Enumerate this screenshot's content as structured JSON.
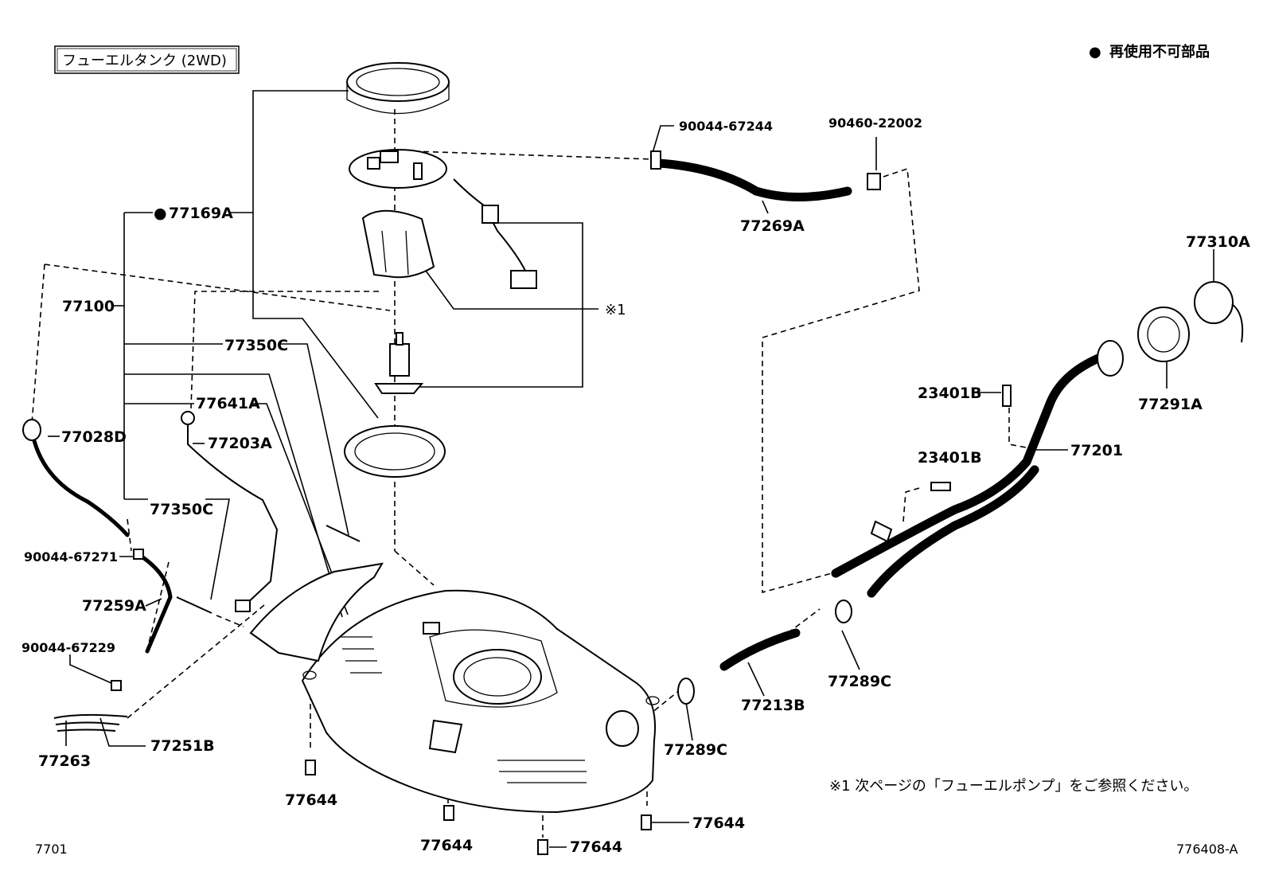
{
  "title": "フューエルタンク (2WD)",
  "legend": {
    "bullet": "●",
    "text": "再使用不可部品"
  },
  "footnote": "※1 次ページの「フューエルポンプ」をご参照ください。",
  "footnote_marker": "※1",
  "page_code": "7701",
  "figure_code": "776408-A",
  "labels": {
    "p90044_67244": "90044-67244",
    "p90460_22002": "90460-22002",
    "p77169A": "77169A",
    "p77169A_mark": "●",
    "p77269A": "77269A",
    "p77310A": "77310A",
    "p77100": "77100",
    "p77350C_top": "77350C",
    "p77641A": "77641A",
    "p77028D": "77028D",
    "p77203A": "77203A",
    "p77350C_low": "77350C",
    "p23401B_a": "23401B",
    "p77291A": "77291A",
    "p77201": "77201",
    "p23401B_b": "23401B",
    "p90044_67271": "90044-67271",
    "p77259A": "77259A",
    "p90044_67229": "90044-67229",
    "p77213B": "77213B",
    "p77289C_a": "77289C",
    "p77289C_b": "77289C",
    "p77263": "77263",
    "p77251B": "77251B",
    "p77644_a": "77644",
    "p77644_b": "77644",
    "p77644_c": "77644",
    "p77644_d": "77644"
  }
}
